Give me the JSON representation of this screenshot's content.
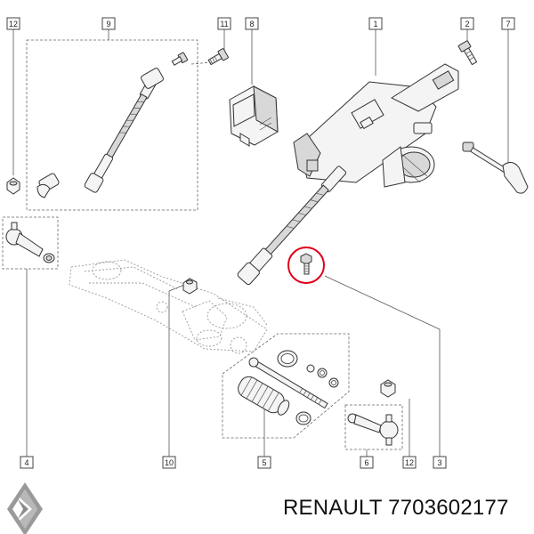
{
  "callouts": [
    "12",
    "9",
    "11",
    "8",
    "1",
    "2",
    "7",
    "4",
    "10",
    "5",
    "6",
    "12",
    "3"
  ],
  "caption": "RENAULT 7703602177",
  "highlight_color": "#e0001b"
}
